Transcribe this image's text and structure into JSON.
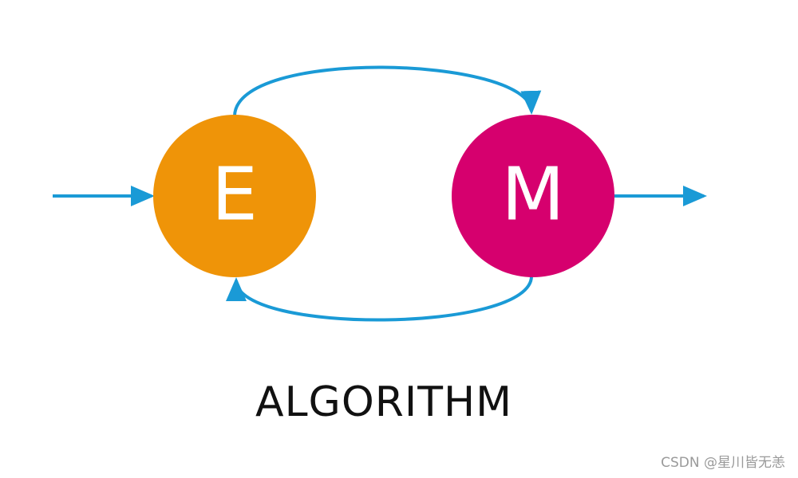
{
  "nodes": {
    "e": {
      "label": "E",
      "color": "#EF9408"
    },
    "m": {
      "label": "M",
      "color": "#D6006E"
    }
  },
  "arrow_color": "#1A9AD6",
  "caption": "ALGORITHM",
  "watermark": "CSDN @星川皆无恙"
}
